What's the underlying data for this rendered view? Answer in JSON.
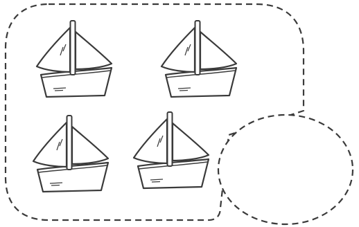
{
  "boats": [
    {
      "id": 1
    },
    {
      "id": 2
    },
    {
      "id": 3
    },
    {
      "id": 4
    }
  ],
  "answer_circle": {
    "content": ""
  },
  "colors": {
    "line": "#3a3a3a",
    "background": "#ffffff"
  },
  "icons": [
    "sailboat-icon"
  ]
}
